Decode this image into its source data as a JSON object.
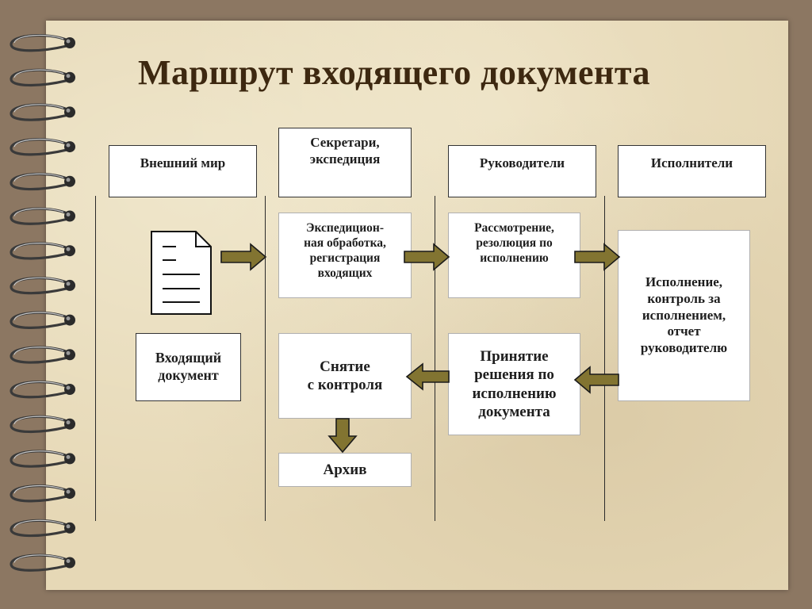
{
  "title": "Маршрут входящего документа",
  "lanes": [
    {
      "label": "Внешний мир"
    },
    {
      "label": "Секретари,\nэкспедиция"
    },
    {
      "label": "Руководители"
    },
    {
      "label": "Исполнители"
    }
  ],
  "nodes": {
    "incoming_document": "Входящий\nдокумент",
    "expedition_processing": "Экспедицион-\nная обработка,\nрегистрация\nвходящих",
    "review": "Рассмотрение,\nрезолюция по\nисполнению",
    "execution": "Исполнение,\nконтроль за\nисполнением,\nотчет\nруководителю",
    "decision": "Принятие\nрешения по\nисполнению\nдокумента",
    "remove_control": "Снятие\nс контроля",
    "archive": "Архив"
  },
  "colors": {
    "arrow_fill": "#827431",
    "arrow_stroke": "#1a1a1a",
    "frame": "#8c7762",
    "paper": "#e6d8b6",
    "title_text": "#3d2810"
  },
  "icons": {
    "document": "document-icon",
    "binding": "spiral-ring-icon"
  }
}
